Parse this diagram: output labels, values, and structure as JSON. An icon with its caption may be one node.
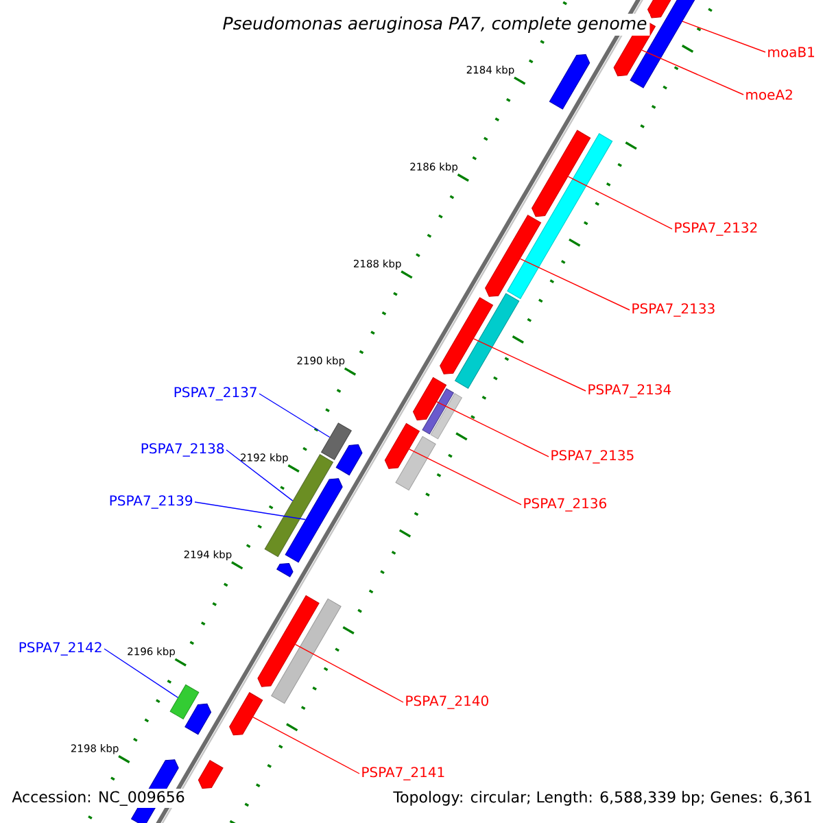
{
  "diagram": {
    "title": "Pseudomonas aeruginosa PA7, complete genome",
    "nodes": [
      {
        "text": [
          "moaB1"
        ]
      },
      {
        "text": [
          "moeA2"
        ]
      },
      {
        "text": [
          "PSPA7_2132"
        ]
      },
      {
        "text": [
          "PSPA7_2133"
        ]
      },
      {
        "text": [
          "PSPA7_2134"
        ]
      },
      {
        "text": [
          "PSPA7_2137"
        ]
      },
      {
        "text": [
          "PSPA7_2138"
        ]
      },
      {
        "text": [
          "PSPA7_2135"
        ]
      },
      {
        "text": [
          "PSPA7_2139"
        ]
      },
      {
        "text": [
          "PSPA7_2136"
        ]
      },
      {
        "text": [
          "PSPA7_2142"
        ]
      },
      {
        "text": [
          "PSPA7_2140"
        ]
      },
      {
        "text": [
          "PSPA7_2141"
        ]
      },
      {
        "text": [],
        "shape": "bar"
      },
      {
        "text": [],
        "shape": "pentagon"
      },
      {
        "text": [],
        "shape": "pentagon"
      },
      {
        "text": [],
        "shape": "pentagon"
      },
      {
        "text": [],
        "shape": "pentagon"
      },
      {
        "text": [],
        "shape": "bar"
      },
      {
        "text": [],
        "shape": "pentagon"
      },
      {
        "text": [],
        "shape": "pentagon"
      },
      {
        "text": [],
        "shape": "bar"
      },
      {
        "text": [],
        "shape": "pentagon"
      },
      {
        "text": [],
        "shape": "bar"
      },
      {
        "text": [],
        "shape": "bar"
      },
      {
        "text": [],
        "shape": "pentagon"
      },
      {
        "text": [],
        "shape": "bar"
      },
      {
        "text": [],
        "shape": "bar"
      },
      {
        "text": [],
        "shape": "pentagon"
      },
      {
        "text": [],
        "shape": "bar"
      },
      {
        "text": [],
        "shape": "pentagon"
      },
      {
        "text": [],
        "shape": "pentagon"
      },
      {
        "text": [],
        "shape": "pentagon"
      },
      {
        "text": [],
        "shape": "bar"
      },
      {
        "text": [],
        "shape": "pentagon"
      },
      {
        "text": [],
        "shape": "bar"
      },
      {
        "text": [],
        "shape": "pentagon"
      },
      {
        "text": [],
        "shape": "pentagon"
      },
      {
        "text": [],
        "shape": "pentagon"
      }
    ],
    "edges": [
      {
        "from": 0,
        "to": 13,
        "arrow": "none"
      },
      {
        "from": 1,
        "to": 15,
        "arrow": "none"
      },
      {
        "from": 2,
        "to": 17,
        "arrow": "none"
      },
      {
        "from": 3,
        "to": 19,
        "arrow": "none"
      },
      {
        "from": 4,
        "to": 20,
        "arrow": "none"
      },
      {
        "from": 5,
        "to": 26,
        "arrow": "none",
        "color": "#0000ff"
      },
      {
        "from": 6,
        "to": 29,
        "arrow": "none",
        "color": "#0000ff"
      },
      {
        "from": 7,
        "to": 22,
        "arrow": "none"
      },
      {
        "from": 8,
        "to": 30,
        "arrow": "none",
        "color": "#0000ff"
      },
      {
        "from": 9,
        "to": 25,
        "arrow": "none"
      },
      {
        "from": 10,
        "to": 35,
        "arrow": "none",
        "color": "#0000ff"
      },
      {
        "from": 11,
        "to": 32,
        "arrow": "none"
      },
      {
        "from": 12,
        "to": 34,
        "arrow": "none"
      }
    ],
    "labels": [
      "2184 kbp",
      "2186 kbp",
      "2188 kbp",
      "2190 kbp",
      "2192 kbp",
      "2194 kbp",
      "2196 kbp",
      "2198 kbp",
      "Accession: NC_009656",
      "Topology: circular; Length: 6,588,339 bp; Genes: 6,361"
    ]
  }
}
